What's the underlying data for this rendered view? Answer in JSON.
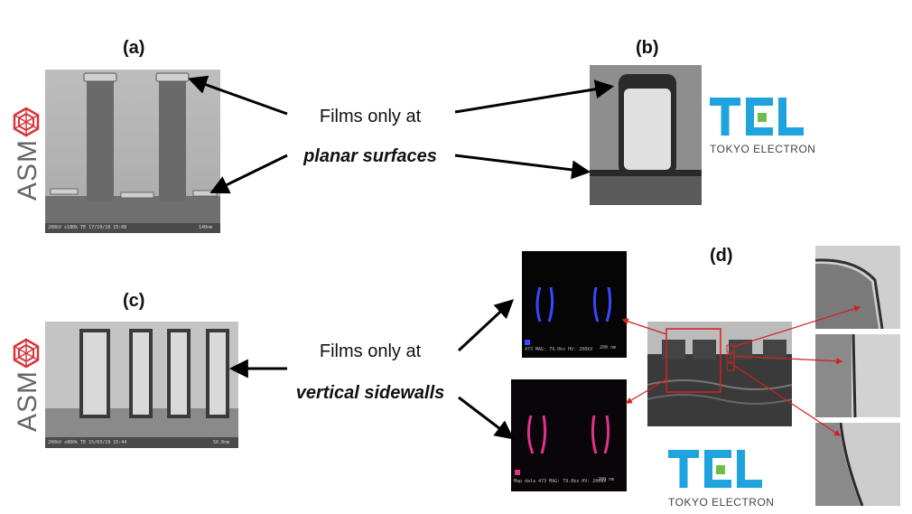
{
  "labels": {
    "a": "(a)",
    "b": "(b)",
    "c": "(c)",
    "d": "(d)"
  },
  "captions": {
    "top_line1": "Films only at",
    "top_line2": "planar surfaces",
    "bottom_line1": "Films only at",
    "bottom_line2": "vertical sidewalls"
  },
  "logos": {
    "asm": "ASM",
    "tel": "TEL",
    "tel_sub": "TOKYO ELECTRON"
  },
  "micrographs": {
    "a_footer": "200kV  x180k  TE  17/10/18  15:08",
    "a_scale": "140nm",
    "c_footer": "200kV  x800k  TE  15/03/19  15:44",
    "c_scale": "50.0nm",
    "eds_top_meta": "473  MAG: 79.0kx  HV: 200kV",
    "eds_top_scale": "200 nm",
    "eds_bottom_meta": "Map data 473  MAG: 79.0kx  HV: 200kV",
    "eds_bottom_scale": "200 nm"
  },
  "colors": {
    "tel_blue": "#1ea3de",
    "tel_green": "#6cc04a",
    "asm_red": "#d9343a",
    "eds_blue": "#3a46ff",
    "eds_magenta": "#e0328c",
    "callout_red": "#d62020"
  }
}
